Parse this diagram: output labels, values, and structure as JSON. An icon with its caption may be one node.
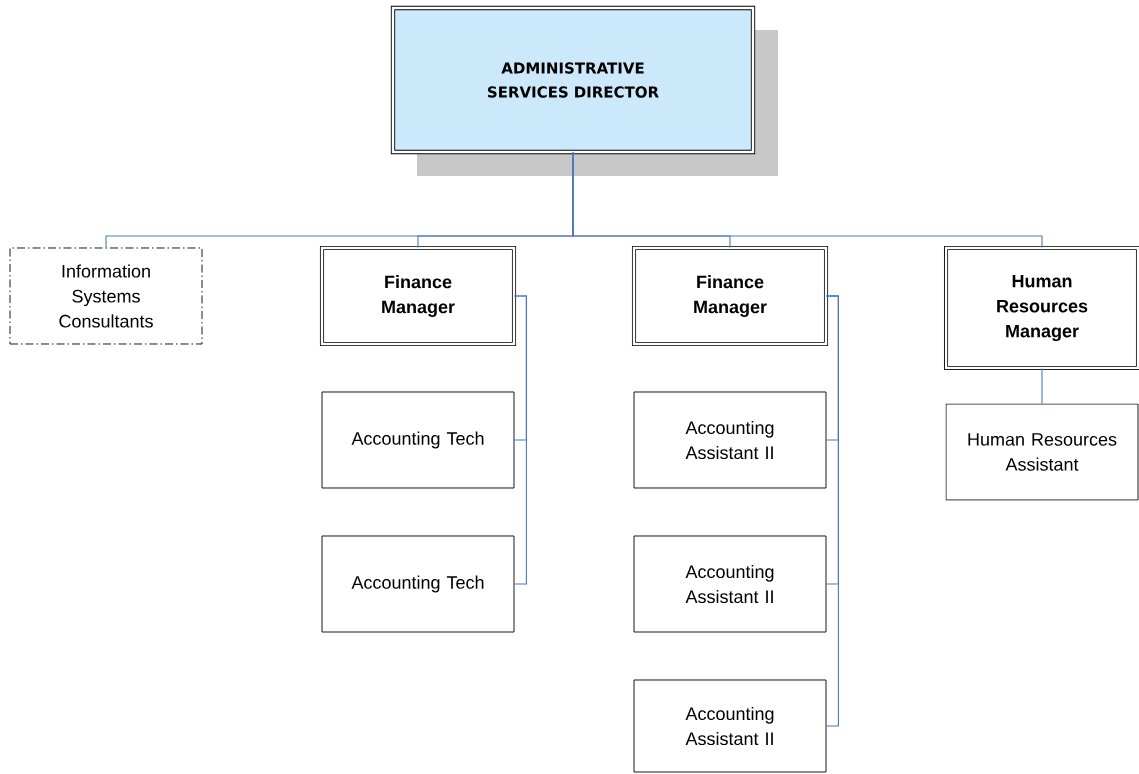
{
  "diagram": {
    "nodes": [
      {
        "text": [
          "ADMINISTRATIVE SERVICES DIRECTOR"
        ]
      },
      {
        "text": [
          "Information Systems Consultants"
        ]
      },
      {
        "text": [
          "Finance Manager"
        ]
      },
      {
        "text": [
          "Finance Manager"
        ]
      },
      {
        "text": [
          "Human Resources Manager"
        ]
      },
      {
        "text": [
          "Accounting Tech"
        ]
      },
      {
        "text": [
          "Accounting Tech"
        ]
      },
      {
        "text": [
          "Accounting Assistant II"
        ]
      },
      {
        "text": [
          "Accounting Assistant II"
        ]
      },
      {
        "text": [
          "Accounting Assistant II"
        ]
      },
      {
        "text": [
          "Human Resources Assistant"
        ]
      }
    ],
    "edges": [
      {
        "from": 0,
        "to": 1,
        "arrow": "none"
      },
      {
        "from": 0,
        "to": 2,
        "arrow": "none"
      },
      {
        "from": 0,
        "to": 3,
        "arrow": "none"
      },
      {
        "from": 0,
        "to": 4,
        "arrow": "none"
      },
      {
        "from": 2,
        "to": 5,
        "arrow": "none"
      },
      {
        "from": 2,
        "to": 6,
        "arrow": "none"
      },
      {
        "from": 3,
        "to": 7,
        "arrow": "none"
      },
      {
        "from": 3,
        "to": 8,
        "arrow": "none"
      },
      {
        "from": 3,
        "to": 9,
        "arrow": "none"
      },
      {
        "from": 4,
        "to": 10,
        "arrow": "none"
      }
    ]
  }
}
